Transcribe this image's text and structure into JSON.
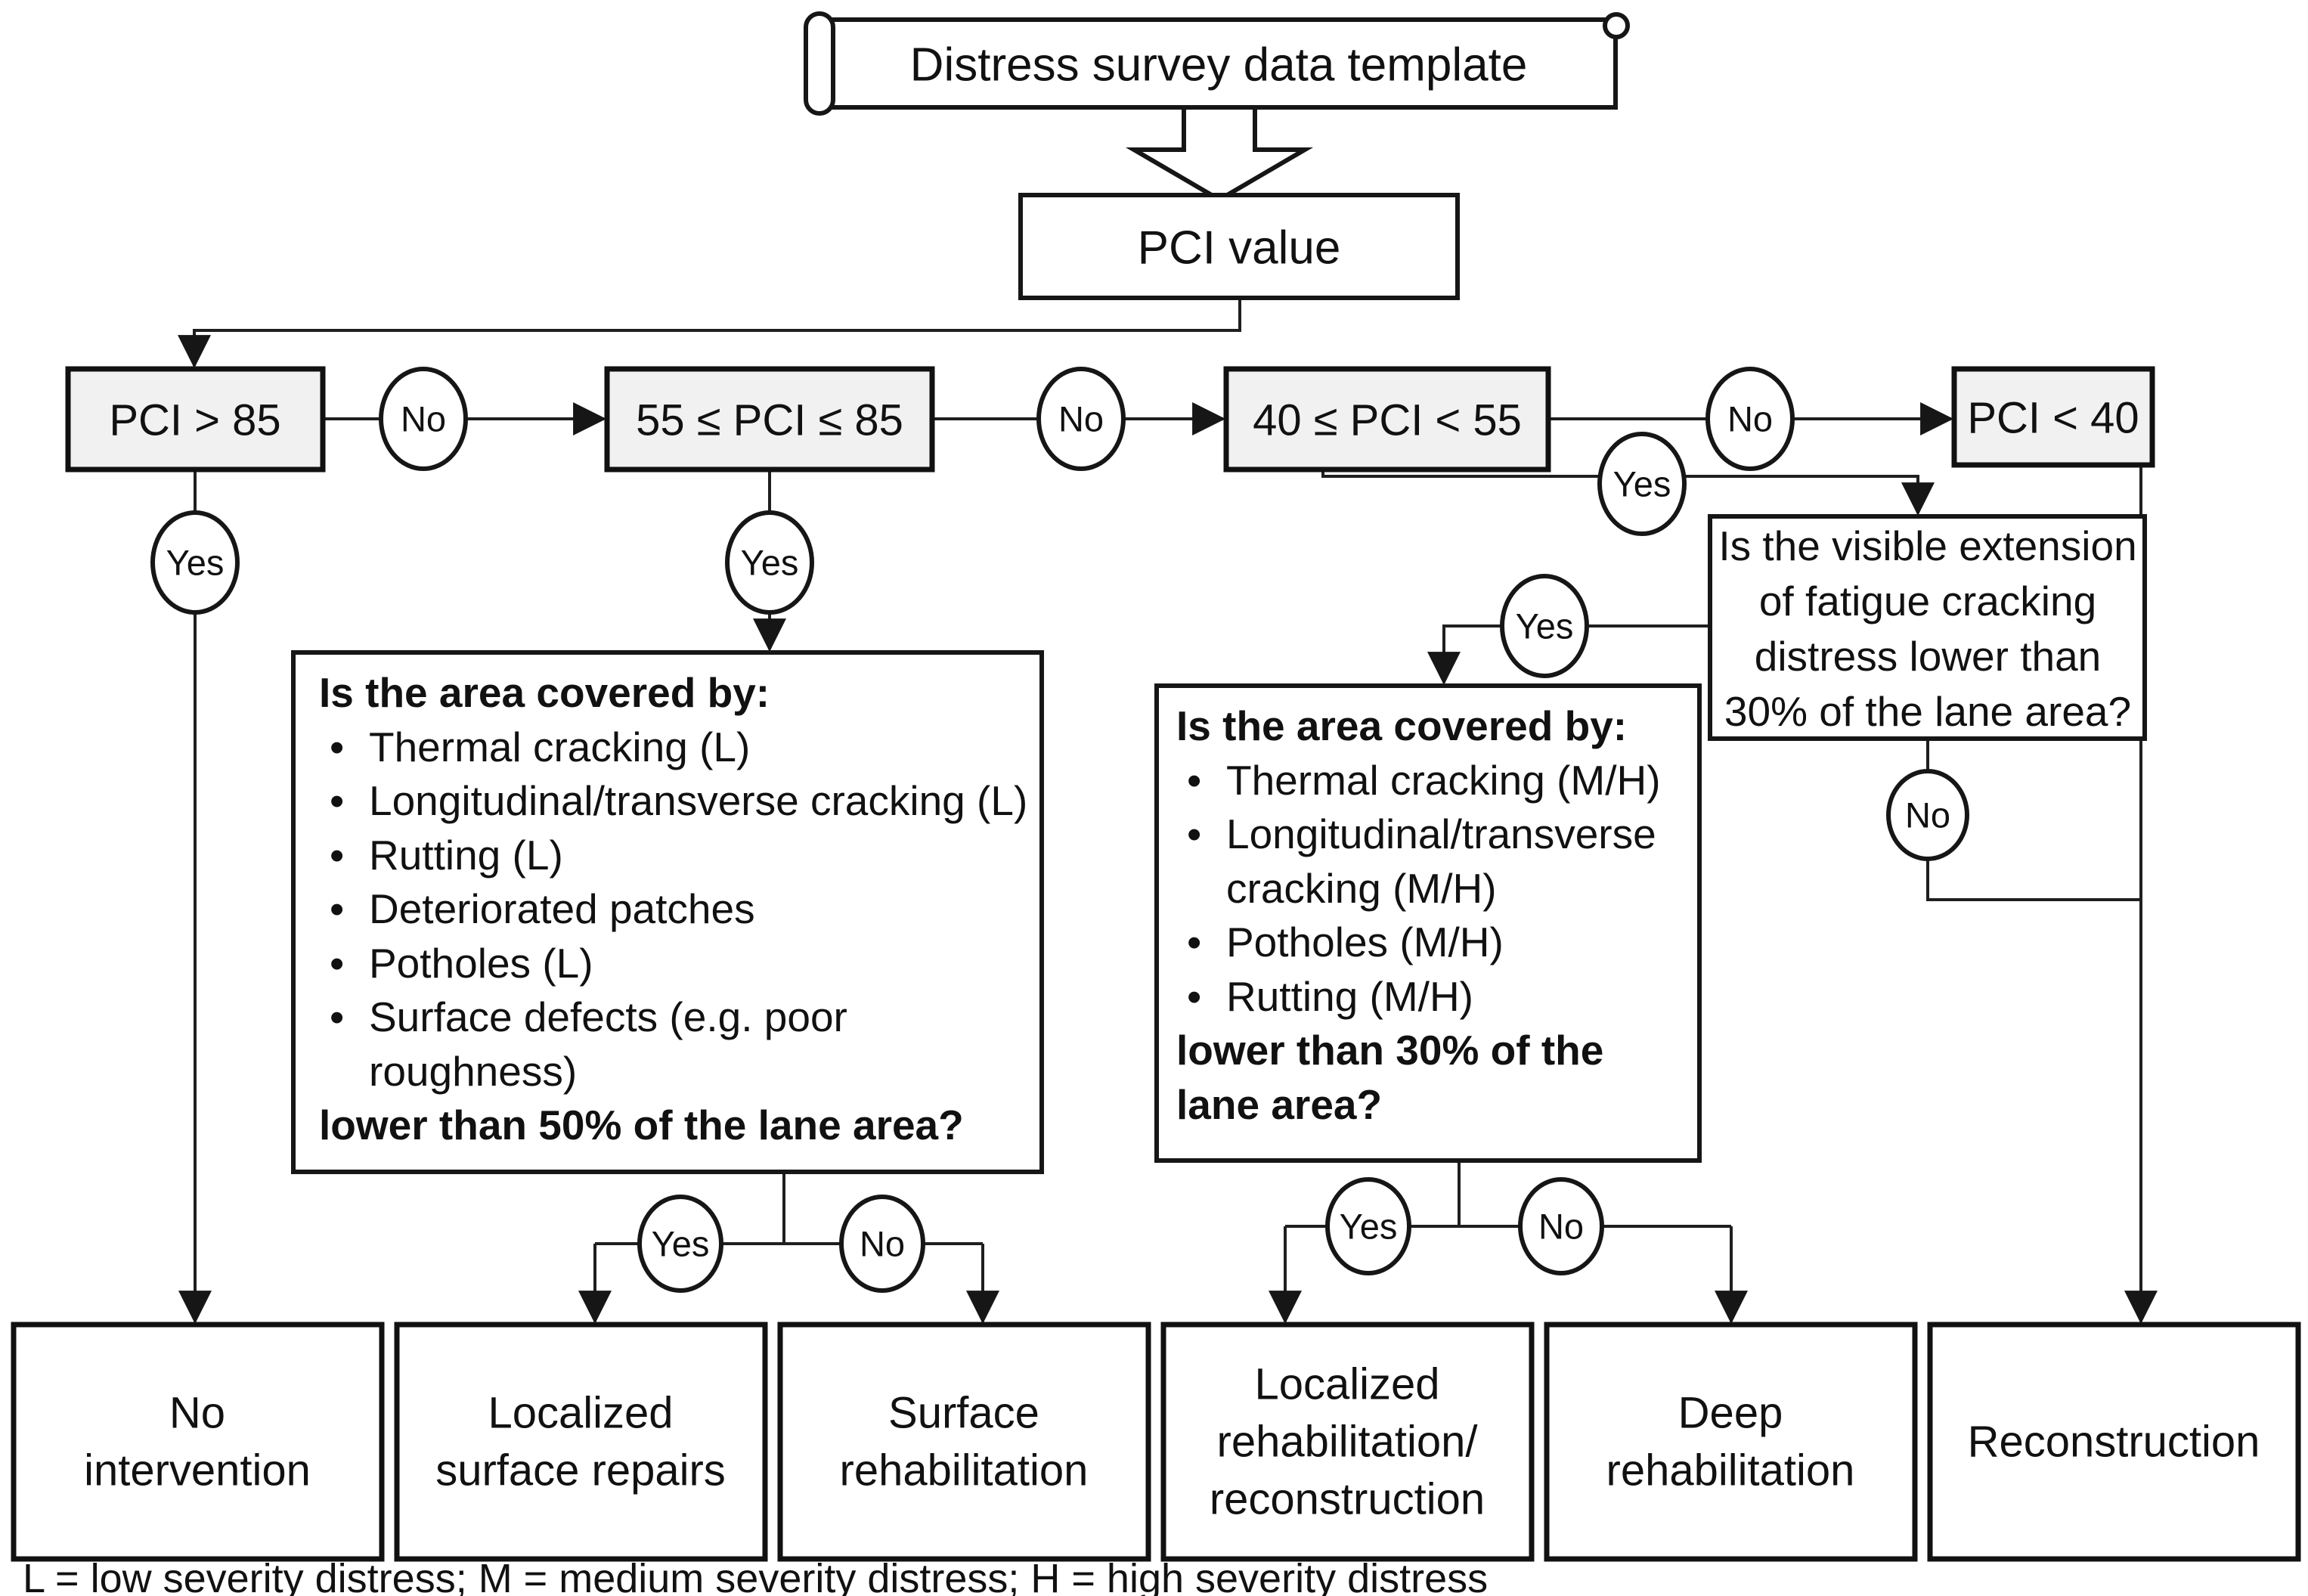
{
  "colors": {
    "node_fill": "#f1f1f1",
    "line": "#1f1f1f",
    "background": "#ffffff"
  },
  "source": {
    "label": "Distress survey data template"
  },
  "pci": {
    "label": "PCI value"
  },
  "decision_labels": {
    "yes": "Yes",
    "no": "No"
  },
  "conditions": [
    {
      "label": "PCI > 85"
    },
    {
      "label": "55 ≤ PCI ≤ 85"
    },
    {
      "label": "40 ≤ PCI < 55"
    },
    {
      "label": "PCI < 40"
    }
  ],
  "question_low": {
    "title": "Is the area covered by:",
    "items": [
      "Thermal cracking (L)",
      "Longitudinal/transverse cracking (L)",
      "Rutting (L)",
      "Deteriorated patches",
      "Potholes (L)",
      "Surface defects (e.g. poor roughness)"
    ],
    "question": "lower than 50% of the lane area?"
  },
  "question_medium": {
    "title": "Is the area covered by:",
    "items": [
      "Thermal cracking (M/H)",
      "Longitudinal/transverse cracking (M/H)",
      "Potholes (M/H)",
      "Rutting (M/H)"
    ],
    "question": "lower than 30% of the lane area?"
  },
  "question_fatigue": {
    "lines": [
      "Is the visible extension",
      "of fatigue cracking",
      "distress lower than",
      "30% of the lane area?"
    ]
  },
  "outcomes": [
    {
      "label": "No intervention",
      "lines": [
        "No",
        "intervention"
      ]
    },
    {
      "label": "Localized surface repairs",
      "lines": [
        "Localized",
        "surface repairs"
      ]
    },
    {
      "label": "Surface rehabilitation",
      "lines": [
        "Surface",
        "rehabilitation"
      ]
    },
    {
      "label": "Localized rehabilitation/ reconstruction",
      "lines": [
        "Localized",
        "rehabilitation/",
        "reconstruction"
      ]
    },
    {
      "label": "Deep rehabilitation",
      "lines": [
        "Deep",
        "rehabilitation"
      ]
    },
    {
      "label": "Reconstruction",
      "lines": [
        "Reconstruction"
      ]
    }
  ],
  "legend": "L = low severity distress; M = medium severity distress; H = high severity distress"
}
